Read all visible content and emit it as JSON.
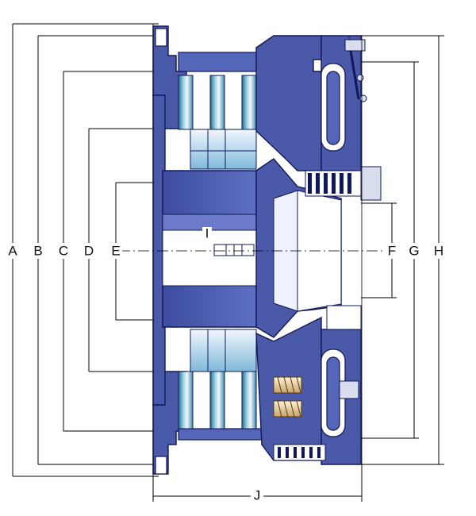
{
  "labels": {
    "A": "A",
    "B": "B",
    "C": "C",
    "D": "D",
    "E": "E",
    "F": "F",
    "G": "G",
    "H": "H",
    "I": "I",
    "J": "J"
  },
  "colors": {
    "housing": "#4a5aa8",
    "housing_dark": "#10185a",
    "roller_light": "#e8f0ff",
    "roller_teal": "#1f6f8a",
    "spring": "#f0d5a0"
  }
}
